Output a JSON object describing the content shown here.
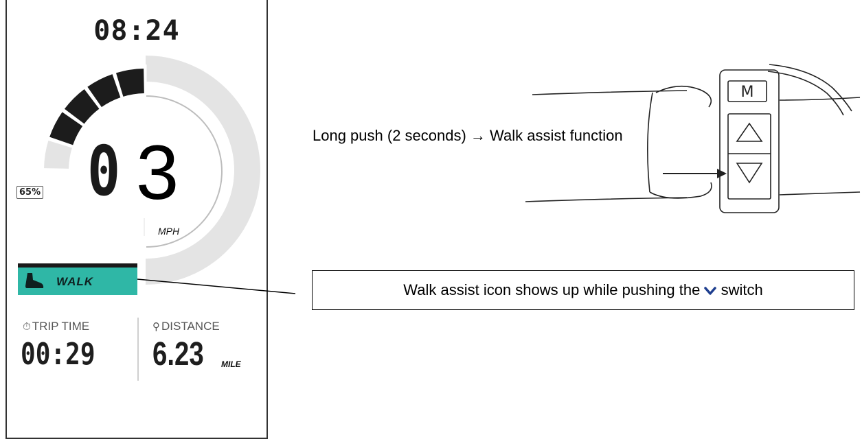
{
  "display": {
    "clock": "08:24",
    "battery": "65%",
    "speed_digit_1": "0",
    "speed_digit_2": "3",
    "speed_unit": "MPH",
    "assist_segments_lit": 4,
    "assist_segments_total": 5,
    "walk_label": "WALK",
    "trip_time_label": "TRIP TIME",
    "trip_time_value": "00:29",
    "distance_label": "DISTANCE",
    "distance_value": "6.23",
    "distance_unit": "MILE",
    "colors": {
      "walk_band": "#2fb7a6",
      "gauge_track": "#e4e4e4",
      "segment_on": "#1c1c1c"
    }
  },
  "controller": {
    "mode_button": "M"
  },
  "captions": {
    "long_push": "Long push (2 seconds) → Walk assist function",
    "walk_icon_note_before": "Walk assist icon shows up while pushing the",
    "walk_icon_note_after": "switch"
  }
}
